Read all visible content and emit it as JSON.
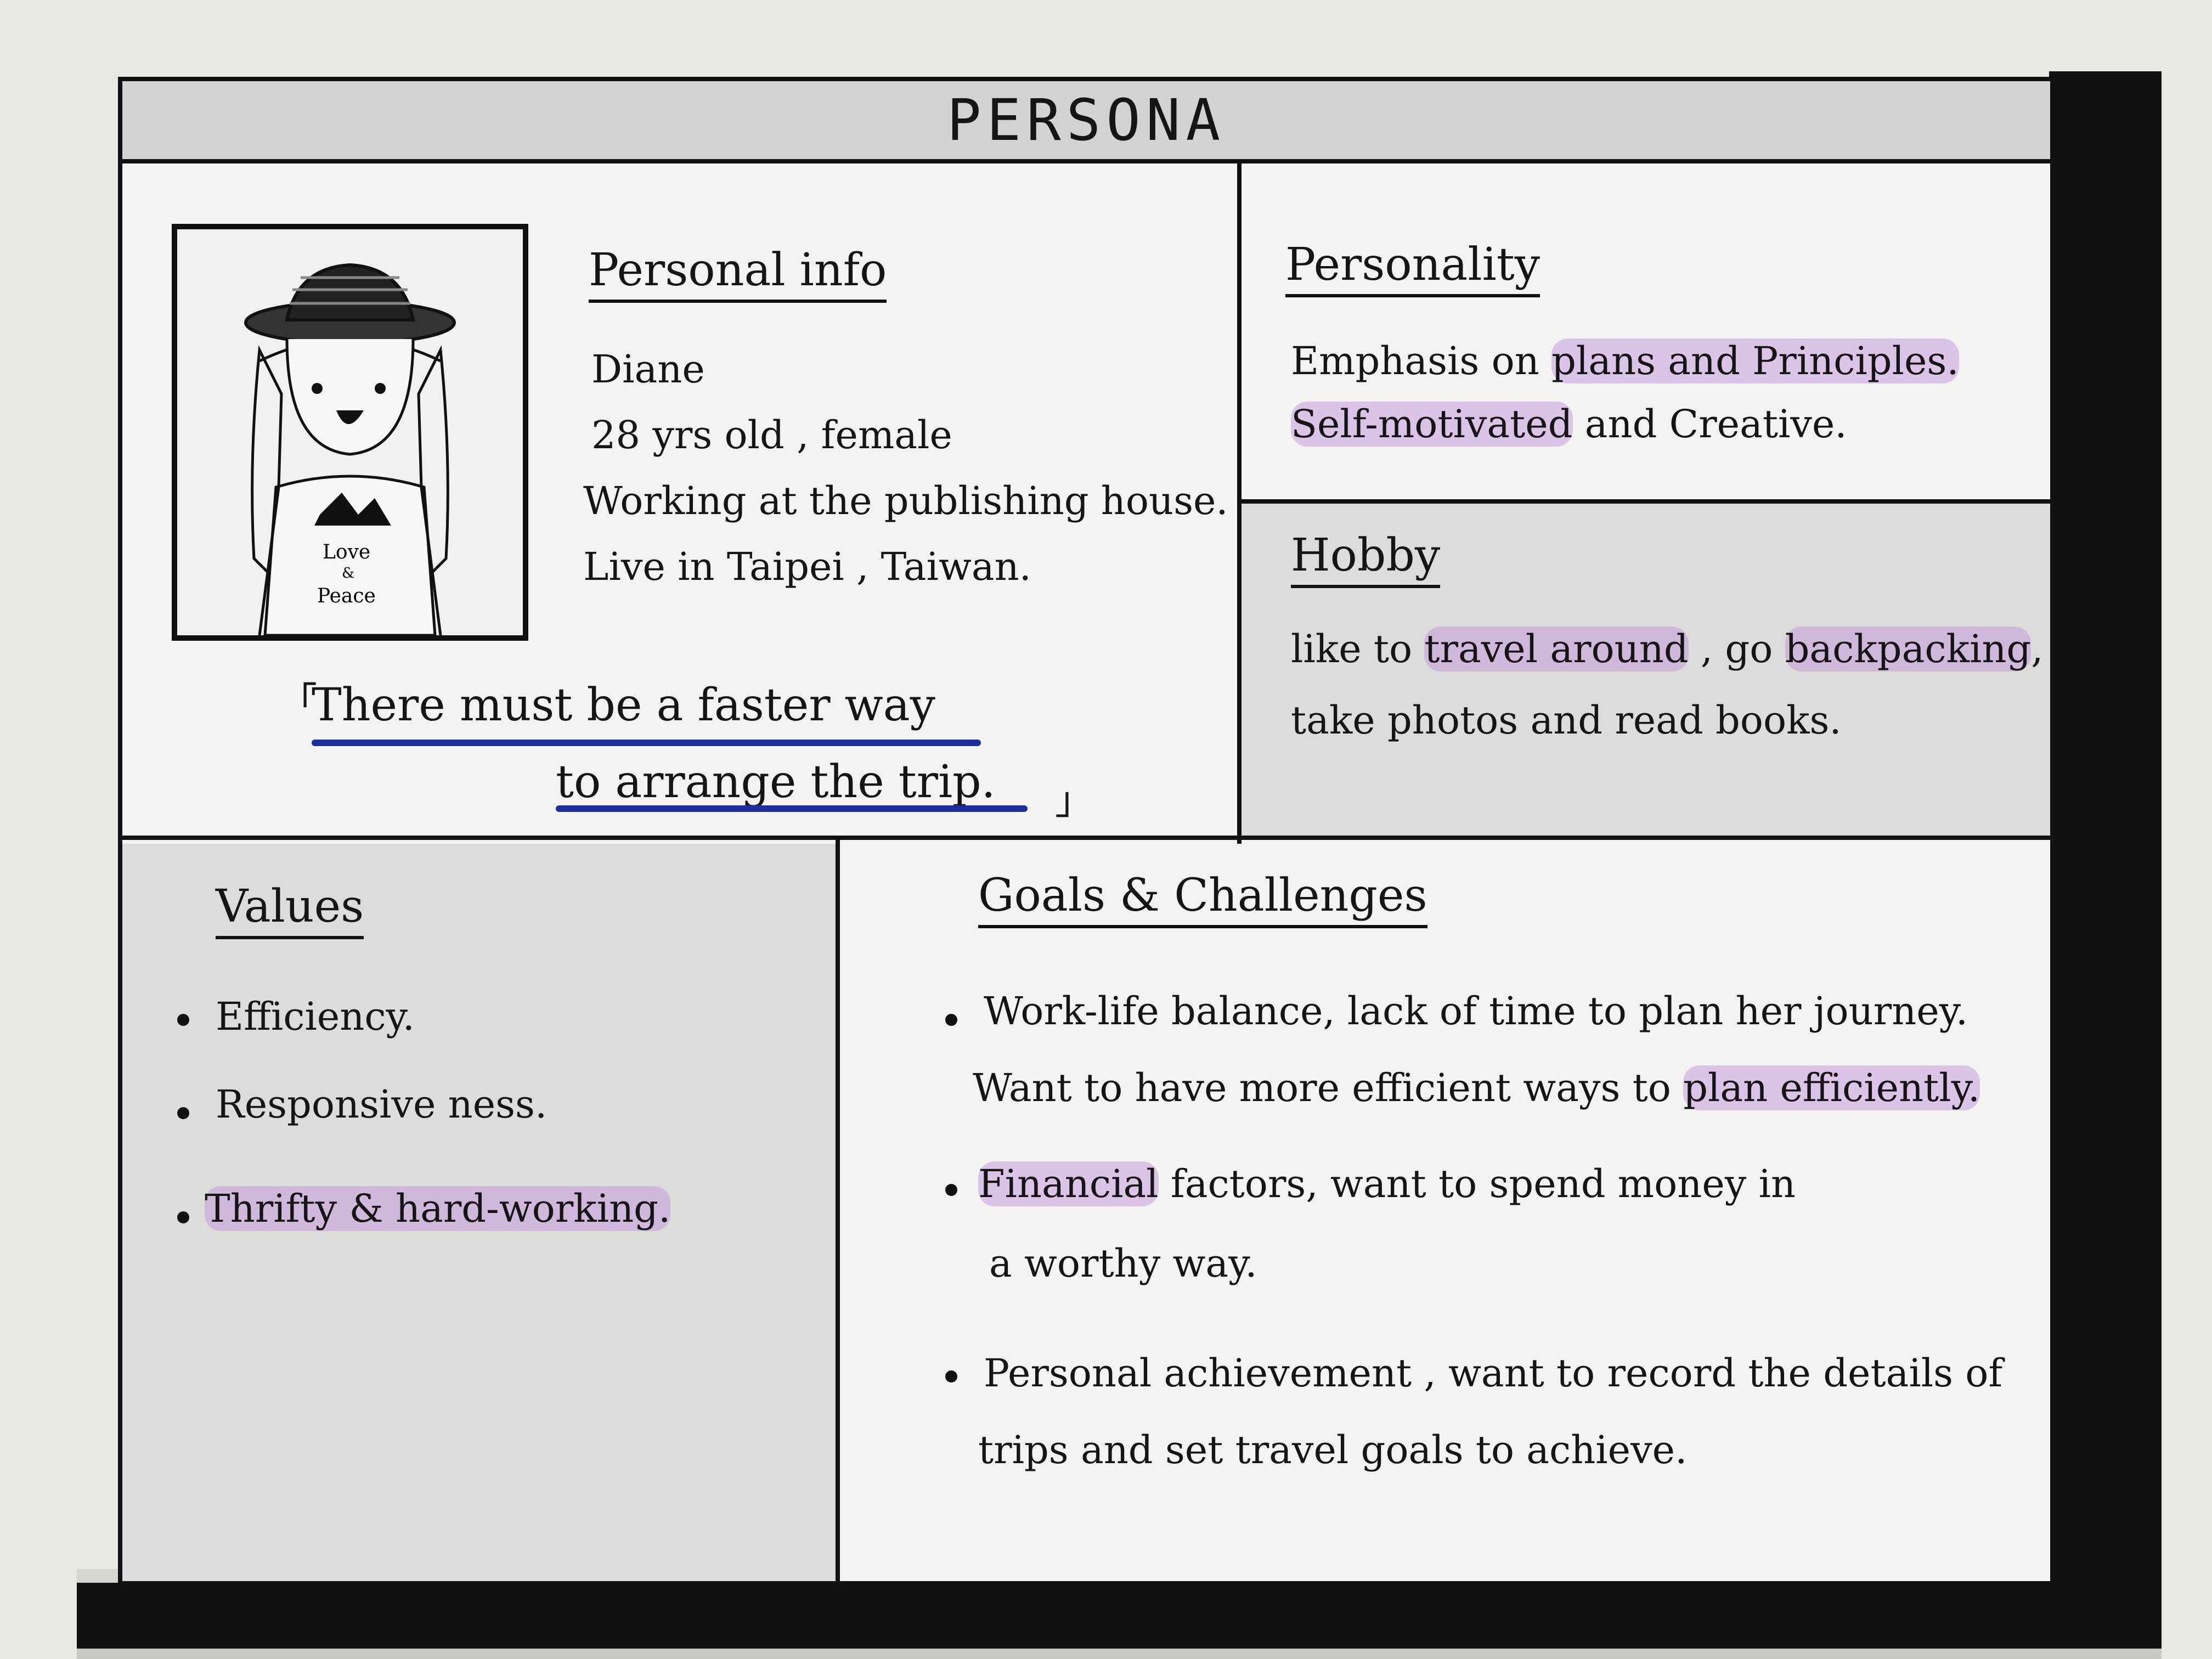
{
  "title": "PERSONA",
  "personal_info": {
    "heading": "Personal info",
    "name": "Diane",
    "age_gender": "28 yrs old , female",
    "work": "Working at the publishing house.",
    "location": "Live in Taipei , Taiwan.",
    "shirt_text_1": "Love",
    "shirt_text_2": "&",
    "shirt_text_3": "Peace"
  },
  "quote": {
    "open_bracket": "「",
    "line1": "There must be a faster way",
    "line2": "to arrange the trip.",
    "close_bracket": "」",
    "underline_color": "#1c2f9a"
  },
  "personality": {
    "heading": "Personality",
    "line1_a": "Emphasis on ",
    "line1_hl": "plans and Principles.",
    "line2_hl": "Self-motivated",
    "line2_b": " and Creative."
  },
  "hobby": {
    "heading": "Hobby",
    "line1_a": "like to ",
    "line1_hl": "travel around",
    "line1_b": " , go ",
    "line1_hl2": "backpacking",
    "line1_c": ",",
    "line2": "take photos and read books."
  },
  "values": {
    "heading": "Values",
    "items": [
      "Efficiency.",
      "Responsive ness.",
      "Thrifty & hard-working."
    ]
  },
  "goals": {
    "heading": "Goals & Challenges",
    "item1_line1": "Work-life balance, lack of time to plan her journey.",
    "item1_line2_a": "Want to have more efficient ways to ",
    "item1_line2_hl": "plan efficiently.",
    "item2_line1_hl": "Financial",
    "item2_line1_b": " factors, want to spend money in",
    "item2_line2": "a worthy way.",
    "item3_line1": "Personal achievement , want to record the details of",
    "item3_line2": "trips and set travel goals to achieve."
  },
  "colors": {
    "highlight": "#be8cdc",
    "ink": "#151515",
    "gray_panel": "#dcdcda"
  }
}
